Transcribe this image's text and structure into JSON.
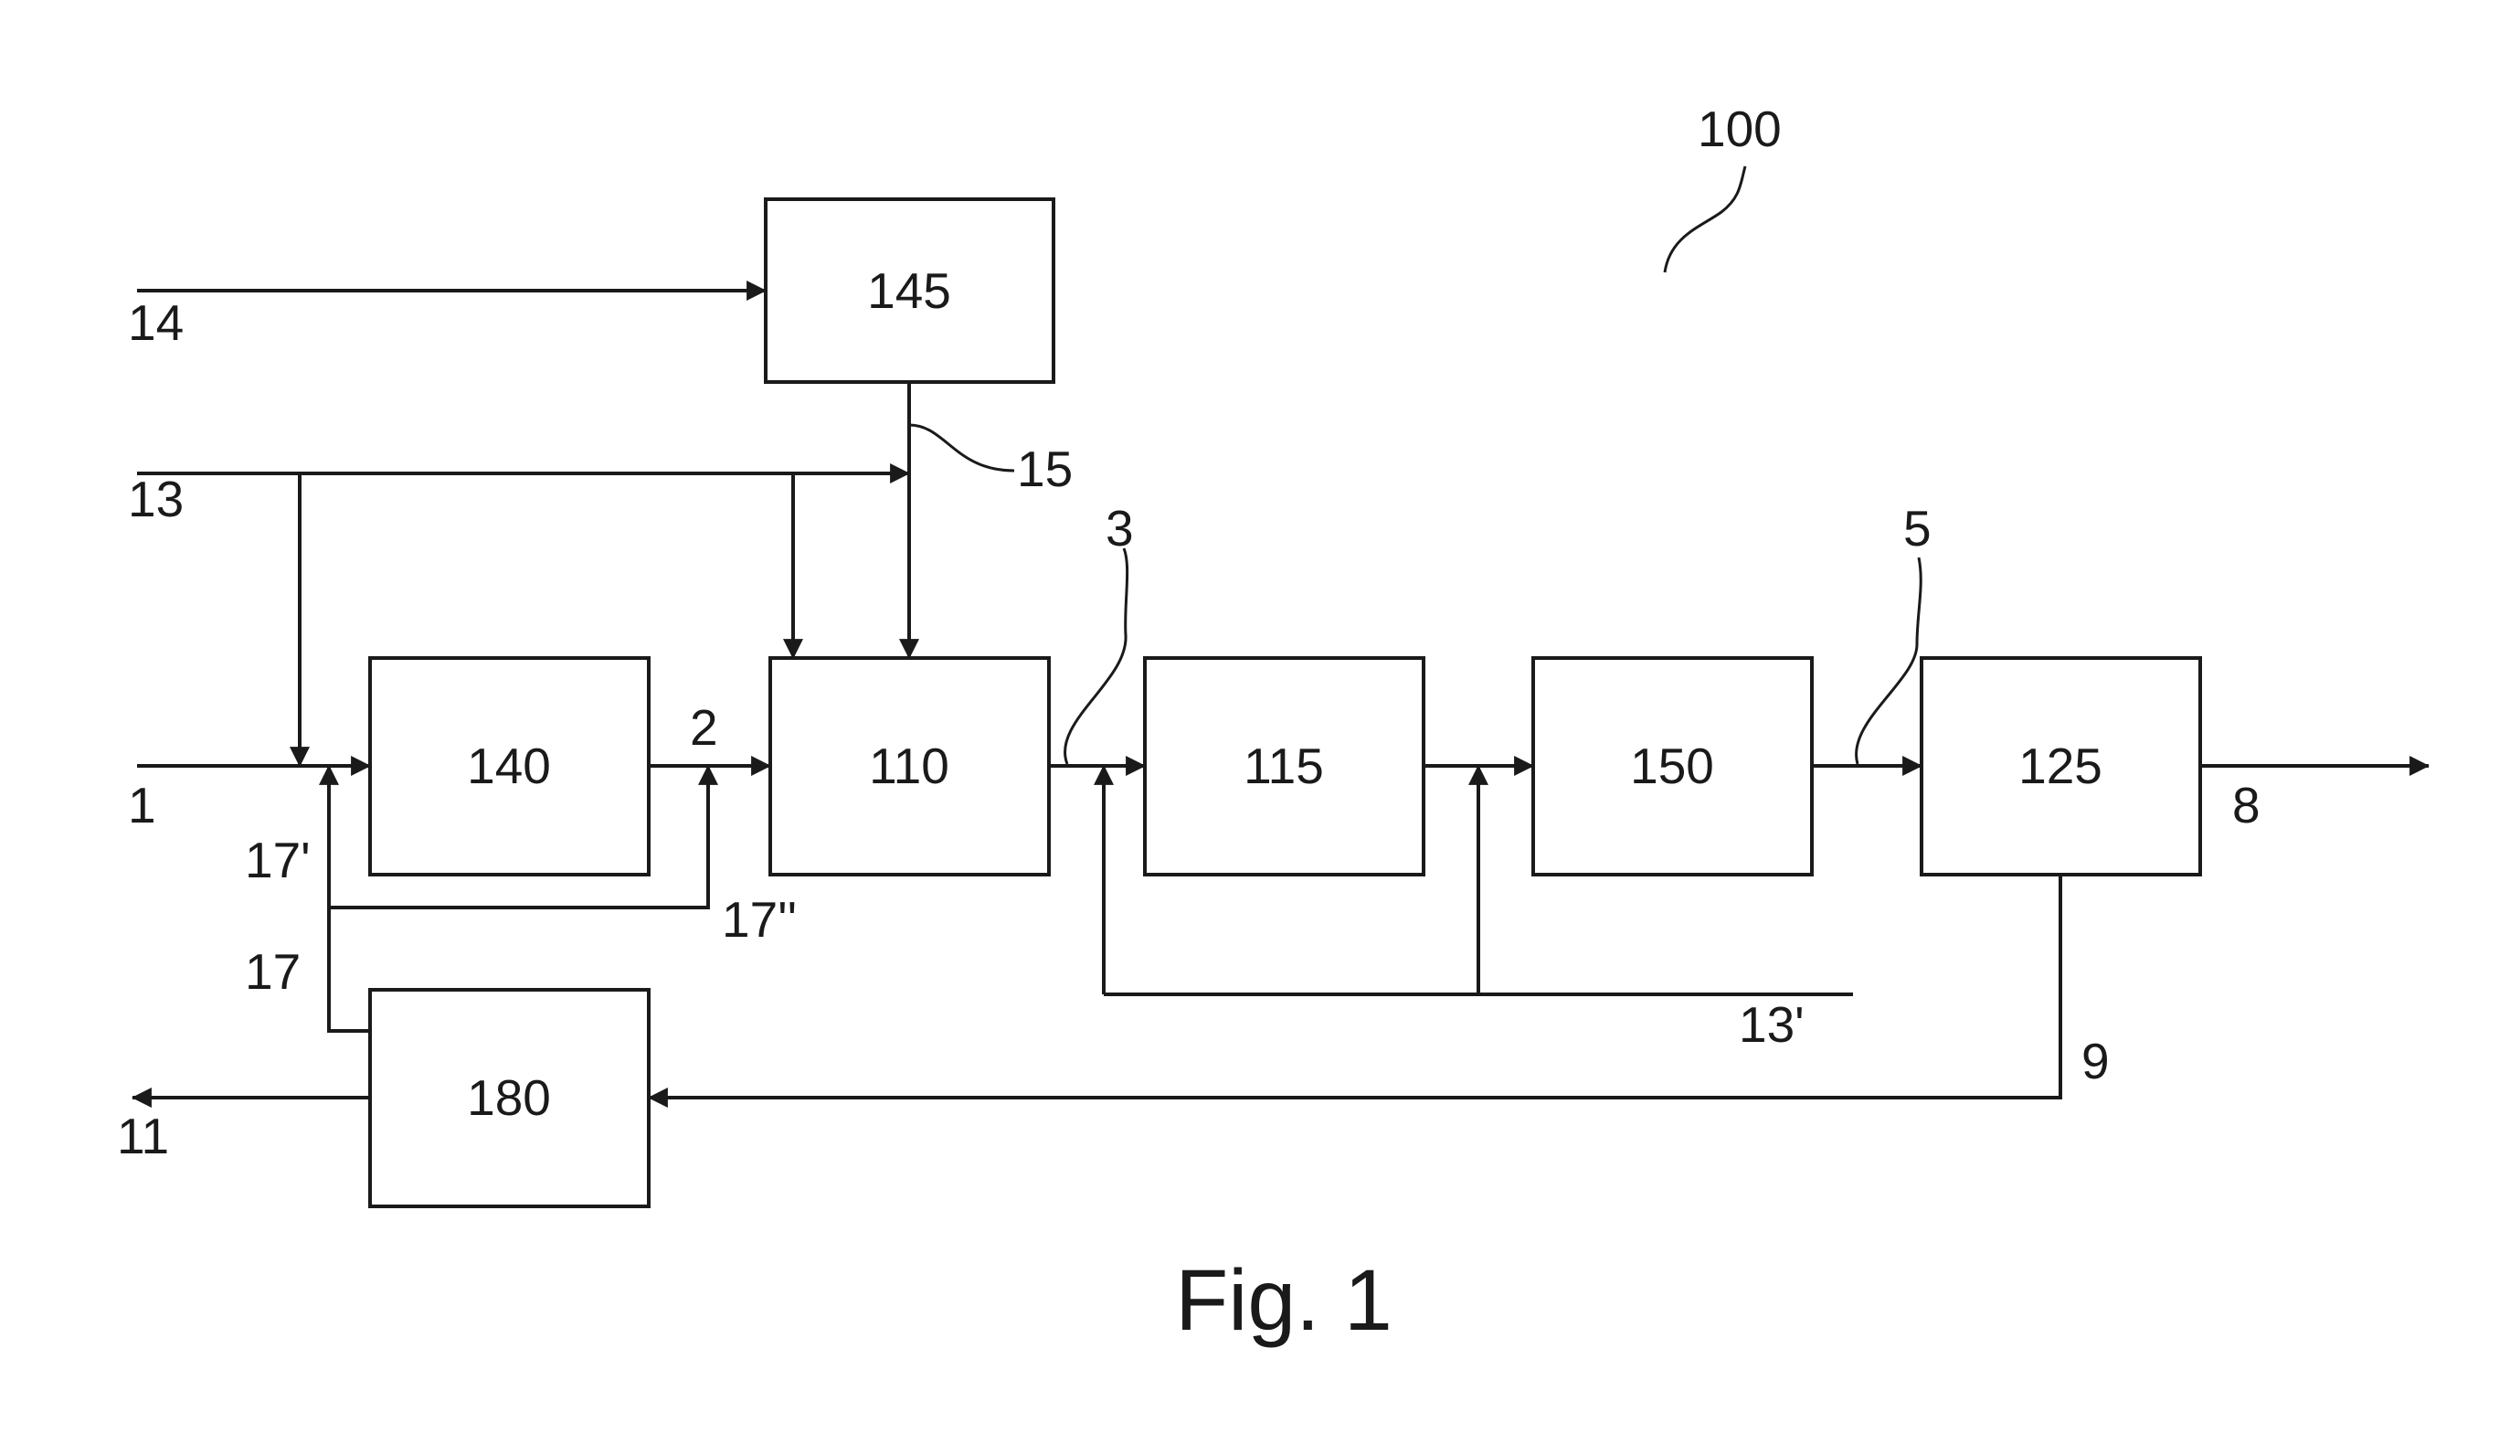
{
  "figure": {
    "assembly_ref": "100",
    "caption": "Fig. 1"
  },
  "blocks": {
    "b140": "140",
    "b110": "110",
    "b115": "115",
    "b150": "150",
    "b125": "125",
    "b145": "145",
    "b180": "180"
  },
  "streams": {
    "s1": "1",
    "s2": "2",
    "s3": "3",
    "s5": "5",
    "s8": "8",
    "s9": "9",
    "s11": "11",
    "s13": "13",
    "s13p": "13'",
    "s14": "14",
    "s15": "15",
    "s17": "17",
    "s17p": "17'",
    "s17pp": "17''"
  },
  "colors": {
    "ink": "#1a1a1a",
    "background": "#ffffff"
  }
}
